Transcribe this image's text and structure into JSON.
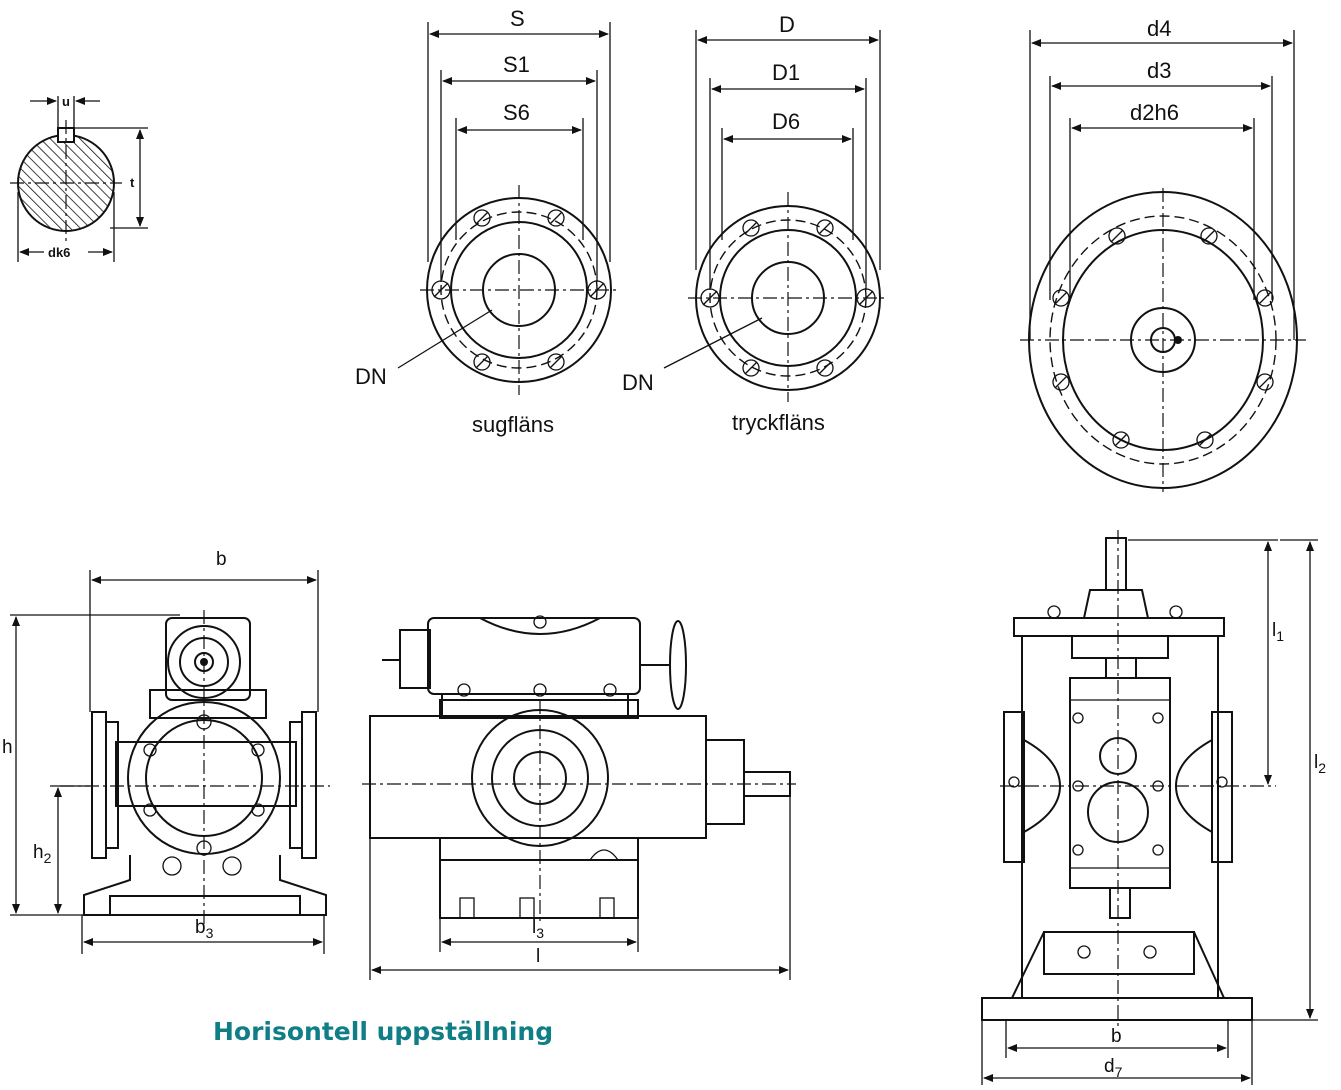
{
  "labels": {
    "shaft": {
      "u": "u",
      "t": "t",
      "dk6": "dk6"
    },
    "suction_flange": {
      "S": "S",
      "S1": "S1",
      "S6": "S6",
      "DN": "DN",
      "name": "sugfläns"
    },
    "pressure_flange": {
      "D": "D",
      "D1": "D1",
      "D6": "D6",
      "DN": "DN",
      "name": "tryckfläns"
    },
    "motor_flange": {
      "d4": "d4",
      "d3": "d3",
      "d2h6": "d2h6"
    },
    "front_view": {
      "b": "b",
      "h": "h",
      "h2_main": "h",
      "h2_sub": "2",
      "b3_main": "b",
      "b3_sub": "3"
    },
    "side_view": {
      "l3_main": "l",
      "l3_sub": "3",
      "l": "l"
    },
    "vertical_view": {
      "l1_main": "l",
      "l1_sub": "1",
      "l2_main": "l",
      "l2_sub": "2",
      "b": "b",
      "d7_main": "d",
      "d7_sub": "7"
    }
  },
  "caption": "Horisontell uppställning",
  "colors": {
    "caption": "#0f7e86",
    "line": "#111111"
  }
}
